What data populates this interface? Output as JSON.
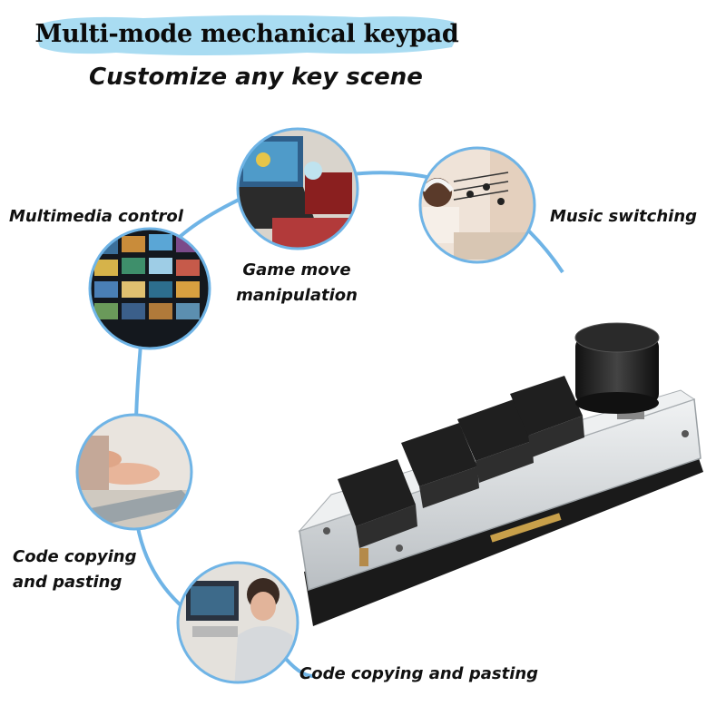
{
  "header": {
    "title": "Multi-mode mechanical keypad",
    "subtitle": "Customize any key scene"
  },
  "scenes": [
    {
      "id": "multimedia",
      "label": "Multimedia control"
    },
    {
      "id": "game",
      "label_line1": "Game move",
      "label_line2": "manipulation"
    },
    {
      "id": "music",
      "label": "Music switching"
    },
    {
      "id": "code1",
      "label_line1": "Code copying",
      "label_line2": "and pasting"
    },
    {
      "id": "code2",
      "label": "Code copying and pasting"
    }
  ],
  "colors": {
    "arc": "#6fb4e6",
    "title_highlight": "#a9dcf2",
    "text": "#111111",
    "keycap": "#1f1f1f",
    "acrylic": "#d8dcdf"
  }
}
